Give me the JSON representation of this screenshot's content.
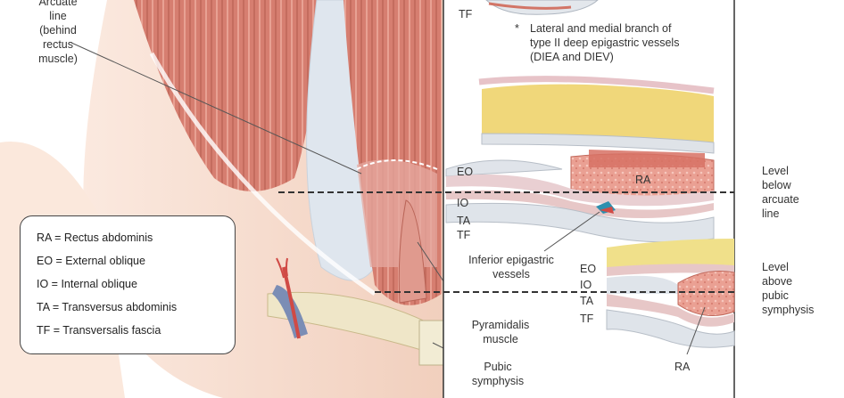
{
  "labels": {
    "arcuate_line": [
      "Arcuate",
      "line",
      "(behind",
      "rectus",
      "muscle)"
    ],
    "tf_top": "TF",
    "branch_note": [
      "Lateral and medial branch of",
      "type II deep epigastric vessels",
      "(DIEA and DIEV)"
    ],
    "branch_marker": "*",
    "eo_upper": "EO",
    "ra_upper": "RA",
    "io_upper": "IO",
    "ta_upper": "TA",
    "tf_upper": "TF",
    "inferior_epigastric": [
      "Inferior epigastric",
      "vessels"
    ],
    "level_below": [
      "Level",
      "below",
      "arcuate",
      "line"
    ],
    "eo_lower": "EO",
    "io_lower": "IO",
    "ta_lower": "TA",
    "tf_lower": "TF",
    "level_above": [
      "Level",
      "above",
      "pubic",
      "symphysis"
    ],
    "pyramidalis": [
      "Pyramidalis",
      "muscle"
    ],
    "pubic_symphysis": [
      "Pubic",
      "symphysis"
    ],
    "ra_lower": "RA"
  },
  "legend": [
    "RA = Rectus abdominis",
    "EO = External oblique",
    "IO = Internal oblique",
    "TA = Transversus abdominis",
    "TF = Transversalis fascia"
  ],
  "colors": {
    "skin": "#f6dccd",
    "muscle": "#d4796b",
    "fascia": "#e9ecef",
    "fat": "#f1e07a",
    "panel_border": "#333333"
  }
}
